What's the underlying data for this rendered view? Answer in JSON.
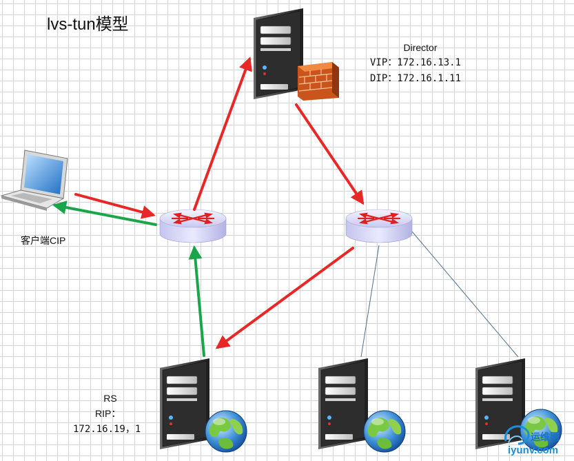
{
  "title": "lvs-tun模型",
  "director": {
    "name": "Director",
    "vip": "VIP：172.16.13.1",
    "dip": "DIP：172.16.1.11"
  },
  "client": {
    "label": "客户端CIP"
  },
  "rs": {
    "name": "RS",
    "rip_label": "RIP：",
    "rip_value": "172.16.19，1"
  },
  "watermark": {
    "logo": "运维网",
    "url": "iyunv.com"
  },
  "colors": {
    "request_arrow": "#e82727",
    "response_arrow": "#1aa54a",
    "link_line": "#4f6f8c"
  }
}
